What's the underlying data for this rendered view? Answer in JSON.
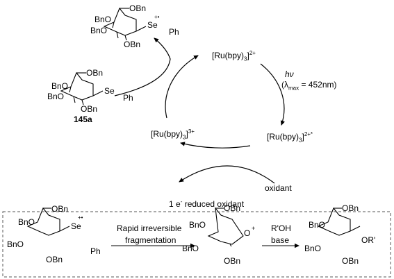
{
  "cycle": {
    "ru2": {
      "base": "[Ru(bpy)",
      "sub": "3",
      "sup": "2+"
    },
    "ru2star": {
      "base": "[Ru(bpy)",
      "sub": "3",
      "sup": "2+*"
    },
    "ru3": {
      "base": "[Ru(bpy)",
      "sub": "3",
      "sup": "3+"
    },
    "hv": "hν",
    "lambda_pre": "(λ",
    "lambda_sub": "max",
    "lambda_post": " = 452nm)",
    "oxidant": "oxidant",
    "reduced_pre": "1 e",
    "reduced_sup": "-",
    "reduced_post": " reduced oxidant"
  },
  "compound_label": "145a",
  "top_radical_cation": {
    "obn_top": "OBn",
    "obn_left1": "BnO",
    "obn_left2": "BnO",
    "obn_bottom": "OBn",
    "se": "Se",
    "charge": "+•",
    "ph": "Ph"
  },
  "left_selenide": {
    "obn_top": "OBn",
    "obn_left1": "BnO",
    "obn_left2": "BnO",
    "obn_bottom": "OBn",
    "se": "Se",
    "ph": "Ph"
  },
  "box": {
    "arrow1_line1": "Rapid irreversible",
    "arrow1_line2": "fragmentation",
    "arrow2_line1": "R'OH",
    "arrow2_line2": "base",
    "sm1": {
      "obn_top": "OBn",
      "bno1": "BnO",
      "bno2": "BnO",
      "obn_b": "OBn",
      "se": "Se",
      "charge": "+•",
      "ph": "Ph"
    },
    "ox": {
      "obn_top": "OBn",
      "bno1": "BnO",
      "bno2": "BnO",
      "obn_b": "OBn",
      "o": "O",
      "charge": "+"
    },
    "prod": {
      "obn_top": "OBn",
      "bno1": "BnO",
      "bno2": "BnO",
      "obn_b": "OBn",
      "or": "OR'"
    }
  },
  "colors": {
    "ink": "#000000",
    "box_border": "#555555"
  }
}
